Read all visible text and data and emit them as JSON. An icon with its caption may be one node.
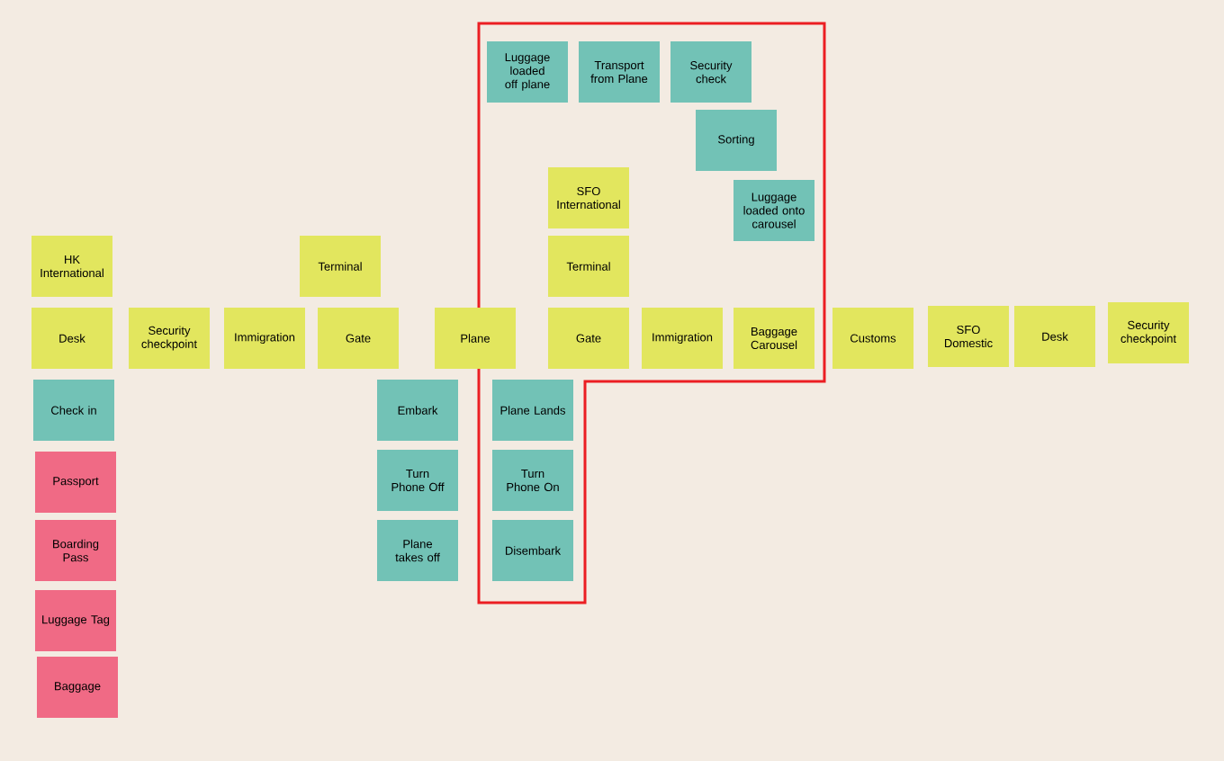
{
  "diagram": {
    "nodes": [
      {
        "text": [
          "Luggage loaded off plane"
        ]
      },
      {
        "text": [
          "Transport from Plane"
        ]
      },
      {
        "text": [
          "Security check"
        ]
      },
      {
        "text": [
          "Sorting"
        ]
      },
      {
        "text": [
          "SFO International"
        ]
      },
      {
        "text": [
          "Luggage loaded onto carousel"
        ]
      },
      {
        "text": [
          "HK International"
        ]
      },
      {
        "text": [
          "Terminal"
        ]
      },
      {
        "text": [
          "Terminal"
        ]
      },
      {
        "text": [
          "Desk"
        ]
      },
      {
        "text": [
          "Security checkpoint"
        ]
      },
      {
        "text": [
          "Immigration"
        ]
      },
      {
        "text": [
          "Gate"
        ]
      },
      {
        "text": [
          "Plane"
        ]
      },
      {
        "text": [
          "Gate"
        ]
      },
      {
        "text": [
          "Immigration"
        ]
      },
      {
        "text": [
          "Baggage Carousel"
        ]
      },
      {
        "text": [
          "Customs"
        ]
      },
      {
        "text": [
          "SFO Domestic"
        ]
      },
      {
        "text": [
          "Desk"
        ]
      },
      {
        "text": [
          "Security checkpoint"
        ]
      },
      {
        "text": [
          "Check in"
        ]
      },
      {
        "text": [
          "Embark"
        ]
      },
      {
        "text": [
          "Plane Lands"
        ]
      },
      {
        "text": [
          "Passport"
        ]
      },
      {
        "text": [
          "Turn Phone Off"
        ]
      },
      {
        "text": [
          "Turn Phone On"
        ]
      },
      {
        "text": [
          "Boarding Pass"
        ]
      },
      {
        "text": [
          "Plane takes off"
        ]
      },
      {
        "text": [
          "Disembark"
        ]
      },
      {
        "text": [
          "Luggage Tag"
        ]
      },
      {
        "text": [
          "Baggage"
        ]
      }
    ]
  }
}
